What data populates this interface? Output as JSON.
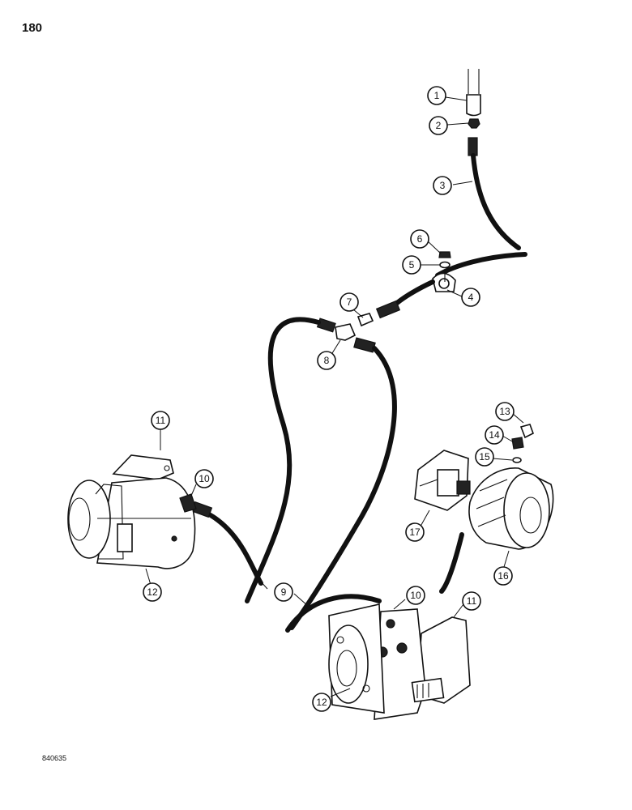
{
  "page": {
    "number": "180",
    "figure_code": "840635"
  },
  "callouts": [
    {
      "id": "c1",
      "label": "1"
    },
    {
      "id": "c2",
      "label": "2"
    },
    {
      "id": "c3",
      "label": "3"
    },
    {
      "id": "c4",
      "label": "4"
    },
    {
      "id": "c5",
      "label": "5"
    },
    {
      "id": "c6",
      "label": "6"
    },
    {
      "id": "c7",
      "label": "7"
    },
    {
      "id": "c8",
      "label": "8"
    },
    {
      "id": "c9",
      "label": "9"
    },
    {
      "id": "c10a",
      "label": "10"
    },
    {
      "id": "c10b",
      "label": "10"
    },
    {
      "id": "c11a",
      "label": "11"
    },
    {
      "id": "c11b",
      "label": "11"
    },
    {
      "id": "c12a",
      "label": "12"
    },
    {
      "id": "c12b",
      "label": "12"
    },
    {
      "id": "c13",
      "label": "13"
    },
    {
      "id": "c14",
      "label": "14"
    },
    {
      "id": "c15",
      "label": "15"
    },
    {
      "id": "c16",
      "label": "16"
    },
    {
      "id": "c17",
      "label": "17"
    }
  ]
}
